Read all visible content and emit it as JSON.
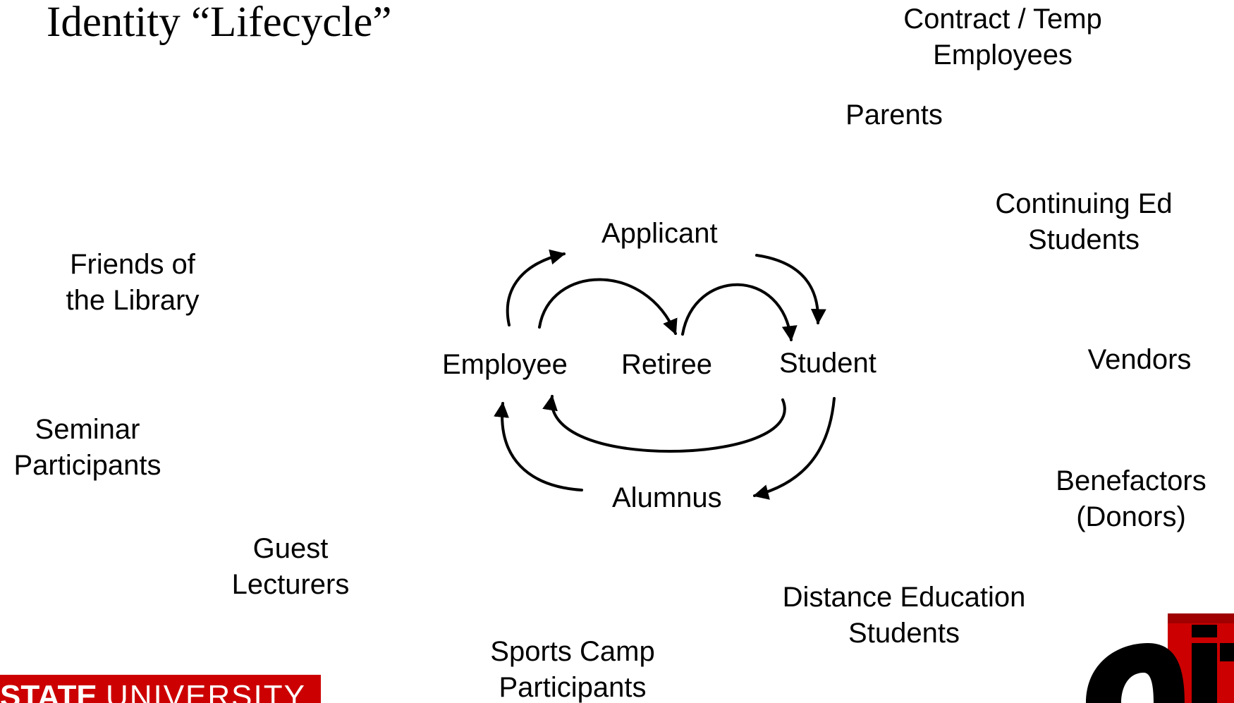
{
  "title": "Identity “Lifecycle”",
  "cycle": {
    "applicant": "Applicant",
    "employee": "Employee",
    "retiree": "Retiree",
    "student": "Student",
    "alumnus": "Alumnus"
  },
  "outer": {
    "contract": [
      "Contract / Temp",
      "Employees"
    ],
    "parents": [
      "Parents"
    ],
    "continuing": [
      "Continuing Ed",
      "Students"
    ],
    "friends": [
      "Friends of",
      "the Library"
    ],
    "vendors": [
      "Vendors"
    ],
    "seminar": [
      "Seminar",
      "Participants"
    ],
    "benefactors": [
      "Benefactors",
      "(Donors)"
    ],
    "guest": [
      "Guest",
      "Lecturers"
    ],
    "distance": [
      "Distance Education",
      "Students"
    ],
    "sports": [
      "Sports Camp",
      "Participants"
    ]
  },
  "logos": {
    "university_bold": "STATE",
    "university_rest": "UNIVERSITY",
    "brand_red": "#cc0000",
    "brand_dark": "#a00000"
  }
}
